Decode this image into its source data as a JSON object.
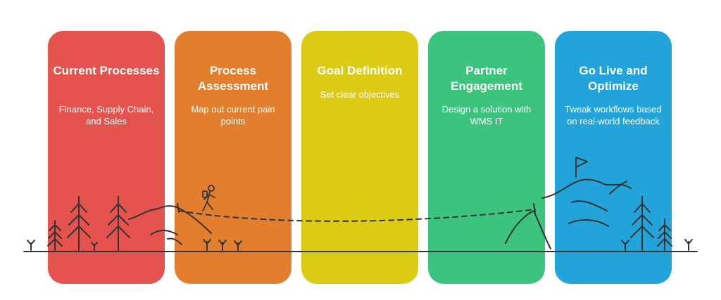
{
  "steps": [
    {
      "title": "Current Processes",
      "description": "Finance, Supply Chain, and Sales",
      "color": "#E5534F"
    },
    {
      "title": "Process Assessment",
      "description": "Map out current pain points",
      "color": "#E17F2E"
    },
    {
      "title": "Goal Definition",
      "description": "Set clear objectives",
      "color": "#DCCB15"
    },
    {
      "title": "Partner Engagement",
      "description": "Design a solution with WMS IT",
      "color": "#3CC37E"
    },
    {
      "title": "Go Live and Optimize",
      "description": "Tweak workflows based on real-world feedback",
      "color": "#22A3DA"
    }
  ],
  "illustration": {
    "line_color": "#333333",
    "icons": [
      "pine-tree-icon",
      "grass-tuft-icon",
      "hiker-icon",
      "flag-icon",
      "mountain-icon",
      "dashed-trail"
    ]
  }
}
